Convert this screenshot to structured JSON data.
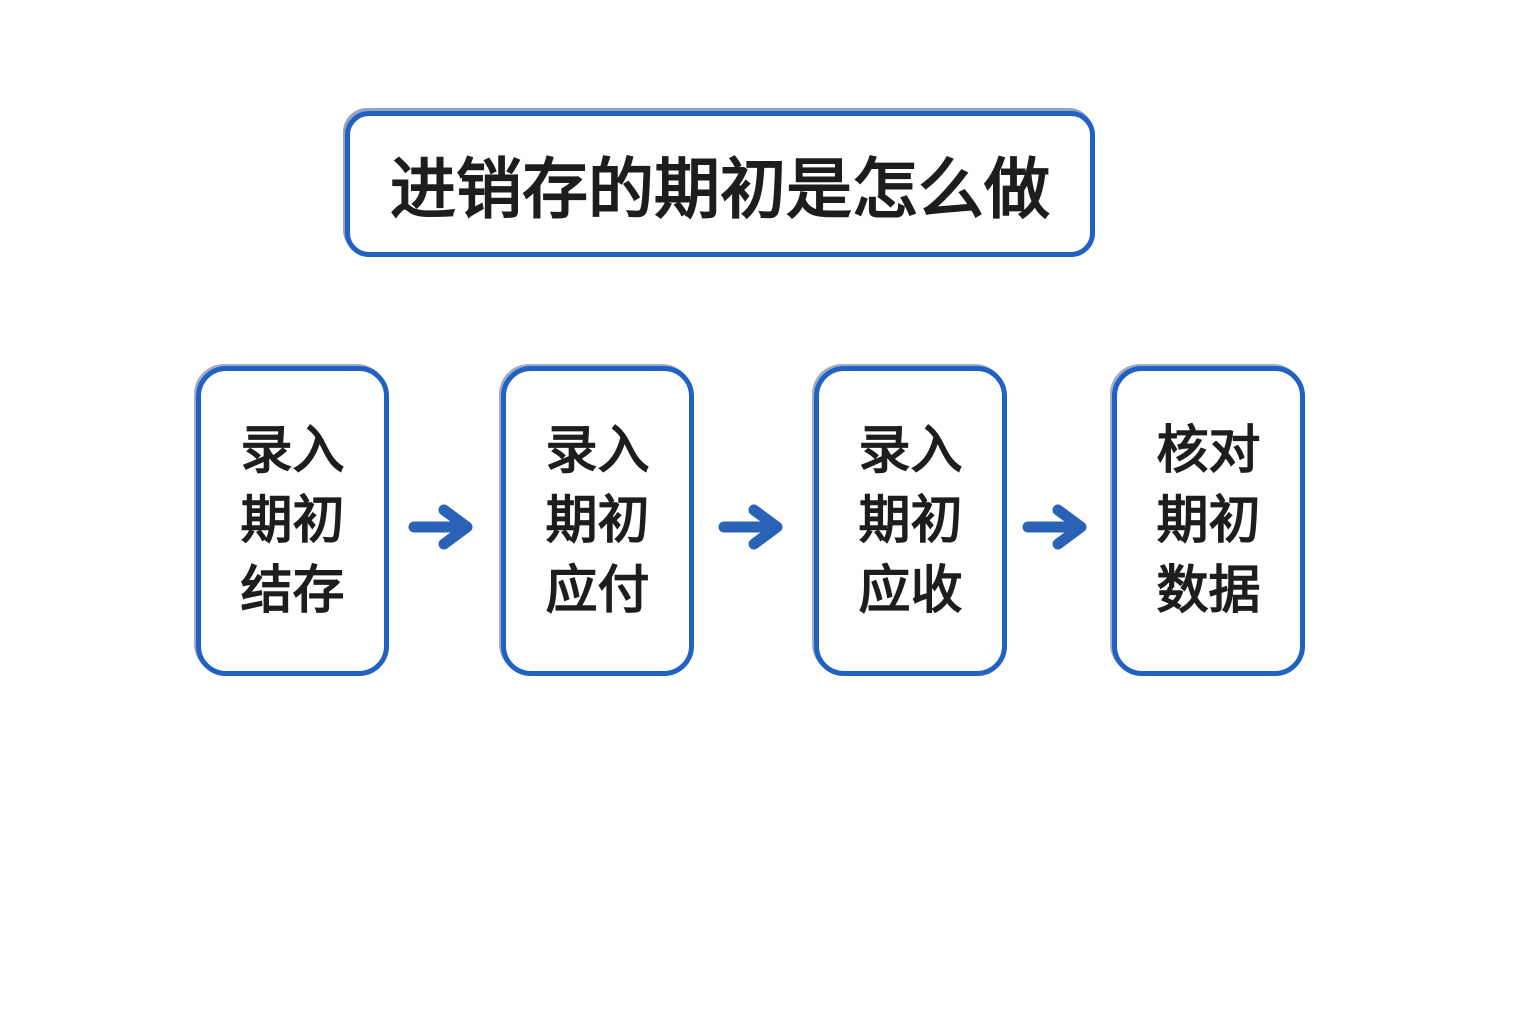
{
  "colors": {
    "bg": "#ffffff",
    "box_border": "#2161c4",
    "arrow": "#2a62b8",
    "text_color": "#1d1d1f"
  },
  "title": {
    "text": "进销存的期初是怎么做"
  },
  "flow": {
    "steps": [
      {
        "lines": [
          "录入",
          "期初",
          "结存"
        ]
      },
      {
        "lines": [
          "录入",
          "期初",
          "应付"
        ]
      },
      {
        "lines": [
          "录入",
          "期初",
          "应收"
        ]
      },
      {
        "lines": [
          "核对",
          "期初",
          "数据"
        ]
      }
    ]
  },
  "icons": {
    "arrow_right": "→"
  }
}
